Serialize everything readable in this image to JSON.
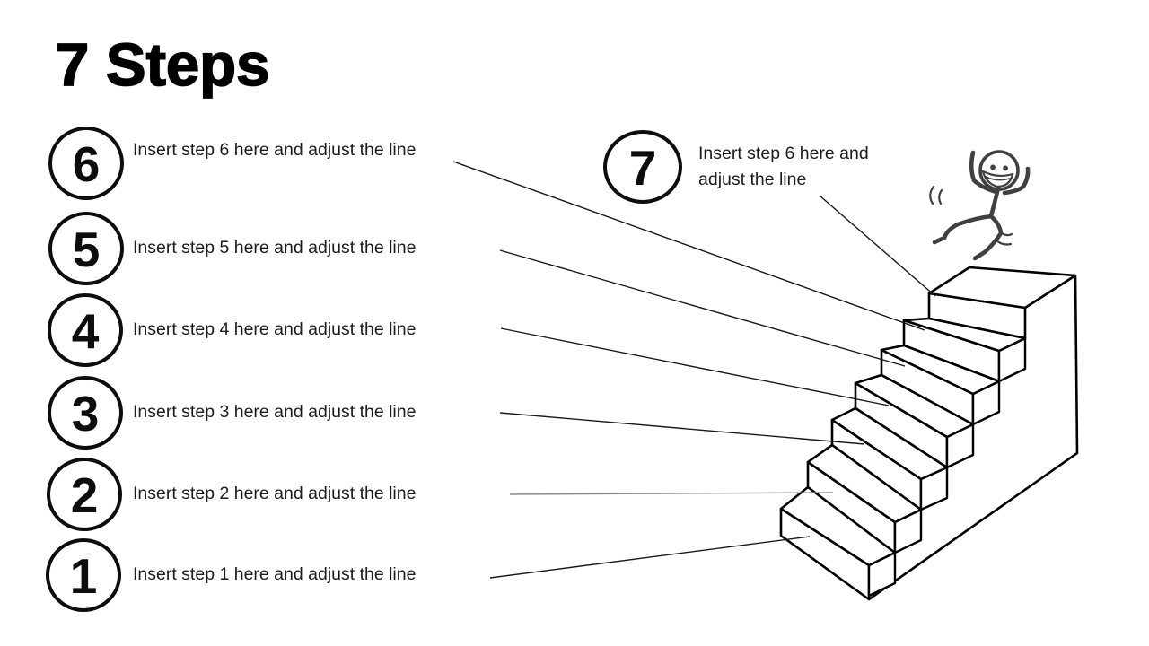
{
  "title": "7 Steps",
  "colors": {
    "ink": "#000000",
    "text": "#1c1c1c",
    "circle": "#0d0d0d",
    "leader": "#1a1a1a",
    "leader_muted": "#8c8c8c",
    "figure": "#404040",
    "fill": "#ffffff"
  },
  "left_steps": [
    {
      "number": "6",
      "label": "Insert step 6 here and adjust the line"
    },
    {
      "number": "5",
      "label": "Insert step 5 here and adjust the line"
    },
    {
      "number": "4",
      "label": "Insert step 4 here and adjust the line"
    },
    {
      "number": "3",
      "label": "Insert step 3 here and adjust the line"
    },
    {
      "number": "2",
      "label": "Insert step 2 here and adjust the line"
    },
    {
      "number": "1",
      "label": "Insert step 1 here and adjust the line"
    }
  ],
  "top_step": {
    "number": "7",
    "label": "Insert step 6 here and adjust the line"
  },
  "staircase": {
    "steps": 7,
    "style": "3d-line-drawing",
    "ascends": "to-upper-right"
  },
  "decor": {
    "stick_figure": "dancing-smiley-stick-figure",
    "position": "above-top-landing"
  }
}
